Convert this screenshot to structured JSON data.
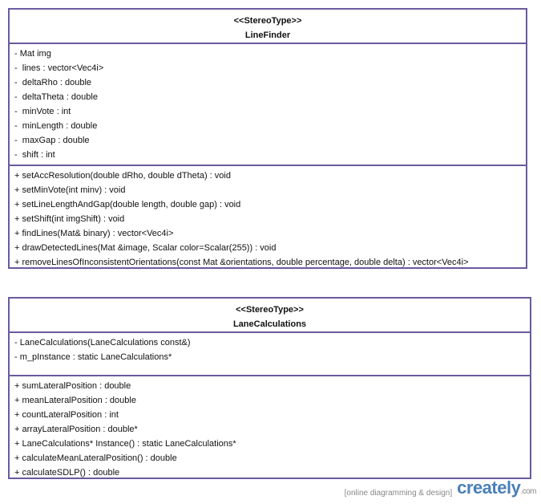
{
  "classes": [
    {
      "stereotype": "<<StereoType>>",
      "name": "LineFinder",
      "attributes": [
        "- Mat img",
        "-  lines : vector<Vec4i>",
        "-  deltaRho : double",
        "-  deltaTheta : double",
        "-  minVote : int",
        "-  minLength : double",
        "-  maxGap : double",
        "-  shift : int"
      ],
      "operations": [
        "+ setAccResolution(double dRho, double dTheta) : void",
        "+ setMinVote(int minv) : void",
        "+ setLineLengthAndGap(double length, double gap) : void",
        "+ setShift(int imgShift) : void",
        "+ findLines(Mat& binary) : vector<Vec4i>",
        "+ drawDetectedLines(Mat &image, Scalar color=Scalar(255)) : void",
        "+ removeLinesOfInconsistentOrientations(const Mat &orientations, double percentage, double delta) : vector<Vec4i>"
      ]
    },
    {
      "stereotype": "<<StereoType>>",
      "name": "LaneCalculations",
      "attributes": [
        "- LaneCalculations(LaneCalculations const&)",
        "- m_pInstance : static LaneCalculations*"
      ],
      "operations": [
        "+ sumLateralPosition : double",
        "+ meanLateralPosition : double",
        "+ countLateralPosition : int",
        "+ arrayLateralPosition : double*",
        "+ LaneCalculations* Instance() : static LaneCalculations*",
        "+ calculateMeanLateralPosition() : double",
        "+ calculateSDLP() : double"
      ]
    }
  ],
  "footer": {
    "tagline": "[online diagramming & design]",
    "logo": "creately",
    "logo_suffix": ".com"
  },
  "colors": {
    "border": "#6a5a9e",
    "logo": "#4a7fb8"
  }
}
